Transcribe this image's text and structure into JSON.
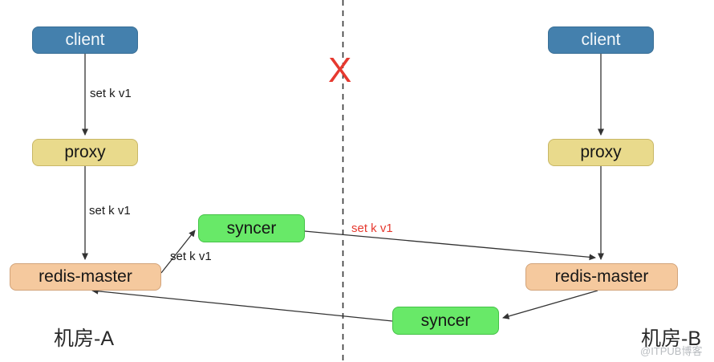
{
  "colors": {
    "client-bg": "#4480ad",
    "client-border": "#3a6f96",
    "client-text": "#f4f8fb",
    "proxy-bg": "#e9da8c",
    "proxy-border": "#c8b766",
    "redis-bg": "#f5c99e",
    "redis-border": "#d2a379",
    "syncer-bg": "#68e968",
    "syncer-border": "#45c247",
    "arrow": "#333333",
    "red": "#e6392f",
    "label-text": "#1a1a1a",
    "watermark": "#b9bcc0"
  },
  "zone_a": {
    "label": "机房-A",
    "client": "client",
    "proxy": "proxy",
    "redis": "redis-master"
  },
  "zone_b": {
    "label": "机房-B",
    "client": "client",
    "proxy": "proxy",
    "redis": "redis-master"
  },
  "syncers": {
    "top": "syncer",
    "bottom": "syncer"
  },
  "edge_labels": {
    "client_proxy_a": "set k v1",
    "proxy_redis_a": "set k v1",
    "redis_syncer_a": "set k v1",
    "syncer_redis_b": "set k v1"
  },
  "partition": {
    "marker": "X"
  },
  "watermark": "@ITPUB博客"
}
